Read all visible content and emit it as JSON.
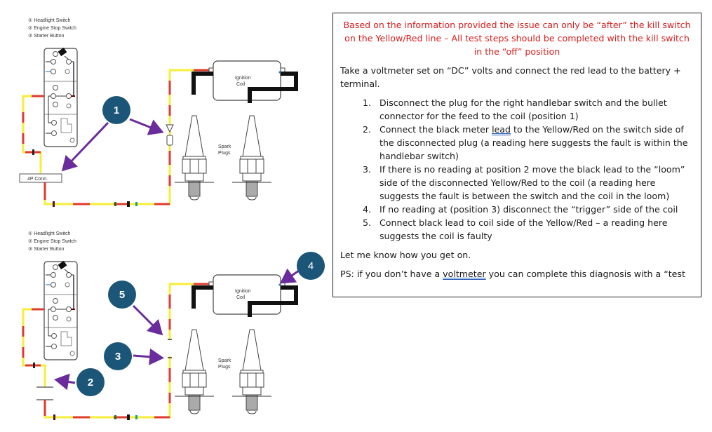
{
  "diagram": {
    "legend": {
      "items": [
        "① Headlight Switch",
        "② Engine Stop Switch",
        "③ Starter Button"
      ]
    },
    "top": {
      "connector_label": "4P Conn.",
      "coil_label_line1": "Ignition",
      "coil_label_line2": "Coil",
      "plugs_label_line1": "Spark",
      "plugs_label_line2": "Plugs",
      "markers": [
        "1"
      ]
    },
    "bottom": {
      "coil_label_line1": "Ignition",
      "coil_label_line2": "Coil",
      "plugs_label_line1": "Spark",
      "plugs_label_line2": "Plugs",
      "markers": [
        "2",
        "3",
        "4",
        "5"
      ]
    },
    "colors": {
      "marker_fill": "#1b5678",
      "arrow": "#6a2c9c",
      "wire_yellow": "#f7ee3a",
      "wire_red": "#e03a2e"
    }
  },
  "text": {
    "note": "Based on the information provided the issue can only be “after” the kill switch on the Yellow/Red line – All test steps should be completed with the kill switch in the “off” position",
    "intro": "Take a voltmeter set on “DC” volts and connect the red lead to the battery + terminal.",
    "steps": [
      "Disconnect the plug for the right handlebar switch and the bullet connector for the feed to the coil (position 1)",
      {
        "before": "Connect the black meter ",
        "underlined": "lead",
        "after": " to the Yellow/Red on the switch side of the disconnected plug (a reading here suggests the fault is within the handlebar switch)"
      },
      "If there is no reading at position 2 move the black lead to the “loom” side of the disconnected Yellow/Red to the coil (a reading here suggests the fault is between the switch and the coil in the loom)",
      "If no reading at (position 3) disconnect the “trigger” side of the coil",
      "Connect black lead to coil side of the Yellow/Red – a reading here suggests the coil is faulty"
    ],
    "closing": "Let me know how you get on.",
    "ps_before": "PS: if you don’t have a ",
    "ps_underlined": "voltmeter",
    "ps_after": " you can complete this diagnosis with a “test"
  }
}
